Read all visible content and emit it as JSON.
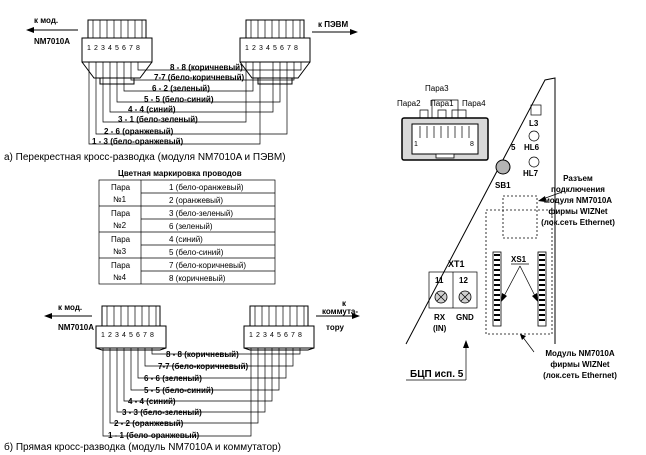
{
  "diagram_a": {
    "left_label": [
      "к мод.",
      "NM7010A"
    ],
    "right_label": "к ПЭВМ",
    "pins": [
      "1",
      "2",
      "3",
      "4",
      "5",
      "6",
      "7",
      "8"
    ],
    "wires": [
      "8 - 8 (коричневый)",
      "7-7 (бело-коричневый)",
      "6 - 2 (зеленый)",
      "5 - 5 (бело-синий)",
      "4 - 4 (синий)",
      "3 - 1 (бело-зеленый)",
      "2 - 6 (оранжевый)",
      "1 - 3 (бело-оранжевый)"
    ],
    "caption": "а) Перекрестная кросс-разводка (модуля NM7010A и ПЭВМ)"
  },
  "color_table": {
    "title": "Цветная маркировка проводов",
    "rows": [
      {
        "pair": [
          "Пара",
          "№1"
        ],
        "colors": [
          "1 (бело-оранжевый)",
          "2 (оранжевый)"
        ]
      },
      {
        "pair": [
          "Пара",
          "№2"
        ],
        "colors": [
          "3 (бело-зеленый)",
          "6 (зеленый)"
        ]
      },
      {
        "pair": [
          "Пара",
          "№3"
        ],
        "colors": [
          "4 (синий)",
          "5 (бело-синий)"
        ]
      },
      {
        "pair": [
          "Пара",
          "№4"
        ],
        "colors": [
          "7 (бело-коричневый)",
          "8 (коричневый)"
        ]
      }
    ]
  },
  "diagram_b": {
    "left_label": [
      "к мод.",
      "NM7010A"
    ],
    "right_label": [
      "к",
      "коммута-",
      "тору"
    ],
    "pins": [
      "1",
      "2",
      "3",
      "4",
      "5",
      "6",
      "7",
      "8"
    ],
    "wires": [
      "8 - 8 (коричневый)",
      "7-7 (бело-коричневый)",
      "6 - 6 (зеленый)",
      "5 - 5 (бело-синий)",
      "4 - 4 (синий)",
      "3 - 3 (бело-зеленый)",
      "2 - 2 (оранжевый)",
      "1 - 1 (бело-оранжевый)"
    ],
    "caption": "б) Прямая кросс-разводка (модуль NM7010A и коммутатор)"
  },
  "board": {
    "pairs": [
      "Пара3",
      "Пара2",
      "Пара1",
      "Пара4"
    ],
    "jack_pins": [
      "1",
      "8"
    ],
    "leds": [
      "L3",
      "HL6",
      "HL7"
    ],
    "leds_partial": [
      "5"
    ],
    "sb": "SB1",
    "connector_note": [
      "Разъем",
      "подключения",
      "модуля NM7010A",
      "фирмы WIZNet",
      "(лок.сеть Ethernet)"
    ],
    "xt1": "XT1",
    "terminals": [
      "11",
      "12"
    ],
    "terminal_labels": [
      "RX",
      "(IN)",
      "GND"
    ],
    "xs1": "XS1",
    "module_note": [
      "Модуль NM7010A",
      "фирмы WIZNet",
      "(лок.сеть Ethernet)"
    ],
    "bcp": "БЦП исп. 5"
  }
}
